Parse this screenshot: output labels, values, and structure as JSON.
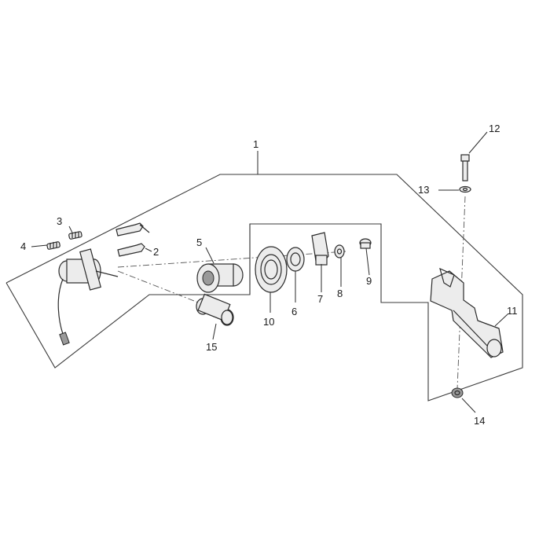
{
  "callouts": [
    {
      "id": "1",
      "label": "1"
    },
    {
      "id": "2",
      "label": "2"
    },
    {
      "id": "3",
      "label": "3"
    },
    {
      "id": "4",
      "label": "4"
    },
    {
      "id": "5",
      "label": "5"
    },
    {
      "id": "6",
      "label": "6"
    },
    {
      "id": "7",
      "label": "7"
    },
    {
      "id": "8",
      "label": "8"
    },
    {
      "id": "9",
      "label": "9"
    },
    {
      "id": "10",
      "label": "10"
    },
    {
      "id": "11",
      "label": "11"
    },
    {
      "id": "12",
      "label": "12"
    },
    {
      "id": "13",
      "label": "13"
    },
    {
      "id": "14",
      "label": "14"
    },
    {
      "id": "15",
      "label": "15"
    }
  ],
  "colors": {
    "line": "#2a2a2a",
    "background": "#ffffff"
  }
}
